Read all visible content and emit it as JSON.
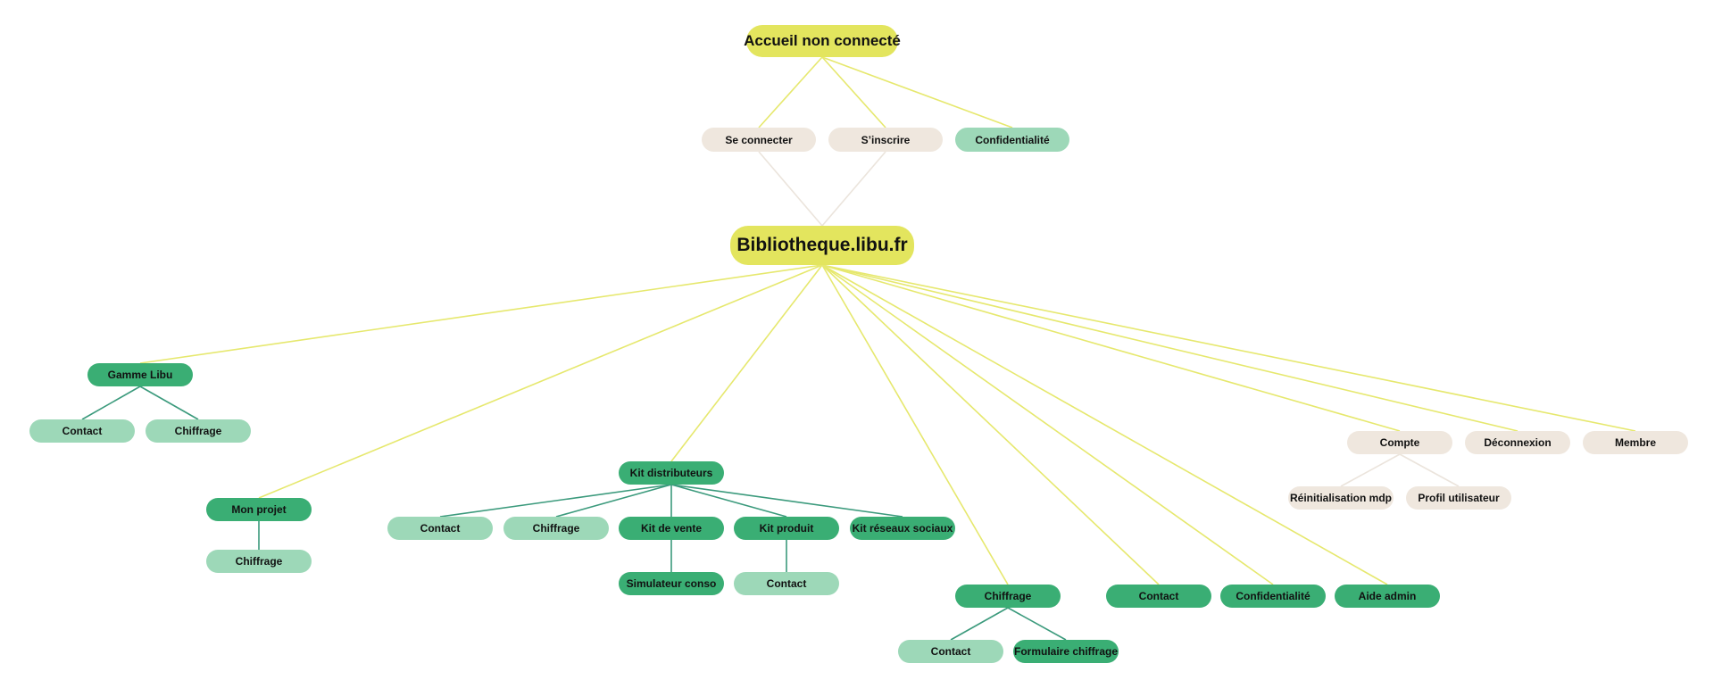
{
  "colors": {
    "yellow": "#e3e55e",
    "beige": "#efe7de",
    "dark_green": "#3aae74",
    "light_green": "#9dd8b8",
    "edge_yellow": "#e6e86e",
    "edge_green": "#3b9a7c",
    "edge_beige": "#ebe4dc"
  },
  "nodes": {
    "accueil": "Accueil non connecté",
    "se_connecter": "Se connecter",
    "s_inscrire": "S’inscrire",
    "confidentialite_top": "Confidentialité",
    "bibliotheque": "Bibliotheque.libu.fr",
    "gamme_libu": "Gamme Libu",
    "gamme_contact": "Contact",
    "gamme_chiffrage": "Chiffrage",
    "mon_projet": "Mon projet",
    "projet_chiffrage": "Chiffrage",
    "kit_distributeurs": "Kit distributeurs",
    "kit_contact": "Contact",
    "kit_chiffrage": "Chiffrage",
    "kit_de_vente": "Kit de vente",
    "kit_produit": "Kit produit",
    "kit_reseaux": "Kit réseaux sociaux",
    "simulateur": "Simulateur conso",
    "produit_contact": "Contact",
    "chiffrage": "Chiffrage",
    "chiffrage_contact": "Contact",
    "formulaire_chiffrage": "Formulaire chiffrage",
    "contact": "Contact",
    "confidentialite": "Confidentialité",
    "aide_admin": "Aide admin",
    "compte": "Compte",
    "deconnexion": "Déconnexion",
    "membre": "Membre",
    "reinit_mdp": "Réinitialisation mdp",
    "profil_utilisateur": "Profil utilisateur"
  }
}
